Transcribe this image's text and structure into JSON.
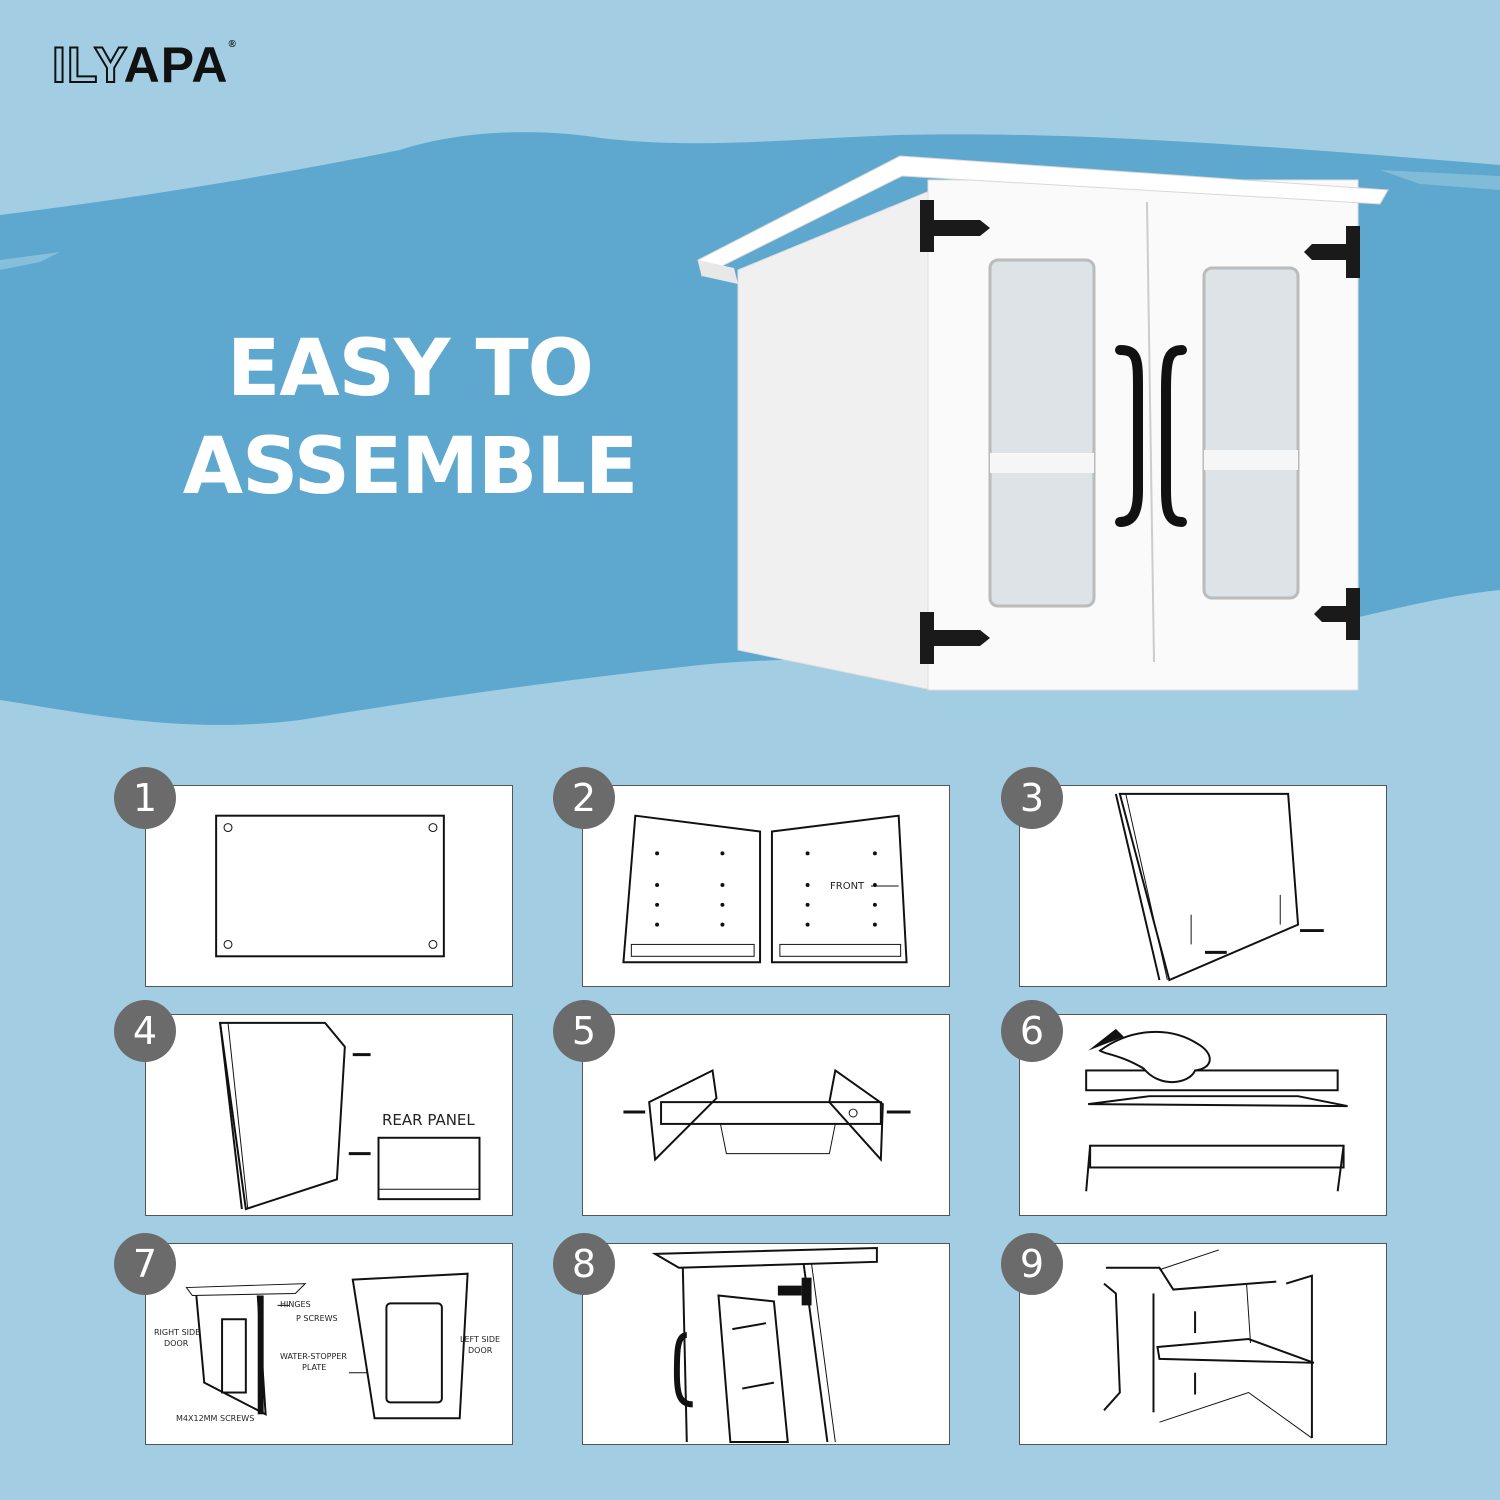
{
  "brand": {
    "name_light": "ILY",
    "name_bold": "APA",
    "reg_mark": "®"
  },
  "headline": {
    "line1": "EASY TO",
    "line2": "ASSEMBLE"
  },
  "steps": [
    {
      "number": "1"
    },
    {
      "number": "2",
      "labels": {
        "front": "FRONT"
      }
    },
    {
      "number": "3"
    },
    {
      "number": "4",
      "labels": {
        "rear_panel": "REAR PANEL"
      }
    },
    {
      "number": "5"
    },
    {
      "number": "6"
    },
    {
      "number": "7",
      "labels": {
        "hinges": "HINGES",
        "p_screws": "P SCREWS",
        "right_side_door_1": "RIGHT SIDE",
        "right_side_door_2": "DOOR",
        "water_stopper_1": "WATER-STOPPER",
        "water_stopper_2": "PLATE",
        "left_side_door_1": "LEFT SIDE",
        "left_side_door_2": "DOOR",
        "screws": "M4X12MM  SCREWS"
      }
    },
    {
      "number": "8"
    },
    {
      "number": "9"
    }
  ],
  "colors": {
    "background": "#a2cde2",
    "brush": "#5ea8cf",
    "badge": "#6b6b6b",
    "headline": "#ffffff"
  }
}
